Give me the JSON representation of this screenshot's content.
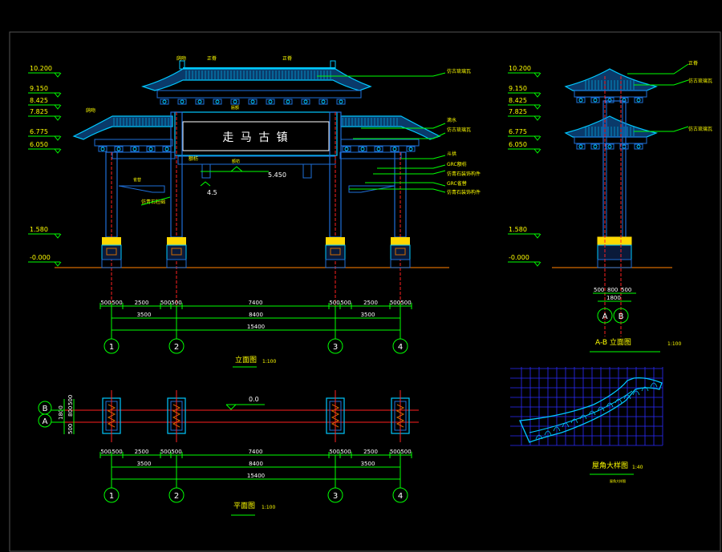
{
  "colors": {
    "background": "#000000",
    "roof": "#00c8ff",
    "roof_dark": "#1e6fd9",
    "dim": "#00ff00",
    "axis": "#ff2020",
    "text_yellow": "#ffff00",
    "text_white": "#ffffff",
    "pillar_base": "#ffd800",
    "ground": "#d26a00",
    "grid": "#2b2bff"
  },
  "front": {
    "levels": [
      "10.200",
      "9.150",
      "8.425",
      "7.825",
      "6.775",
      "6.050",
      "1.580",
      "-0.000"
    ],
    "plaque": "走 马 古 镇",
    "beam_elev": "5.450",
    "small_elev": "4.5",
    "labels": {
      "top1": "鸱吻",
      "top2": "正脊",
      "top3": "正脊",
      "left_roof": "鸱吻",
      "r1": "仿古琉璃瓦",
      "r2": "滴水",
      "r3": "仿古琉璃瓦",
      "r4": "斗拱",
      "r5": "GRC额枋",
      "r6": "仿青石装饰构件",
      "r7": "GRC雀替",
      "r8": "仿青石装饰构件",
      "mid1": "额枋",
      "mid2": "匾额",
      "low1": "雀替",
      "low2": "仿青石柱础"
    },
    "dims_row1": [
      "500",
      "500",
      "2500",
      "500",
      "500",
      "7400",
      "500",
      "500",
      "2500",
      "500",
      "500"
    ],
    "dims_row2": [
      "3500",
      "8400",
      "3500"
    ],
    "dims_total": "15400",
    "axes": [
      "1",
      "2",
      "3",
      "4"
    ],
    "title": "立面图",
    "scale": "1:100"
  },
  "side": {
    "levels": [
      "10.200",
      "9.150",
      "8.425",
      "7.825",
      "6.775",
      "6.050",
      "1.580",
      "-0.000"
    ],
    "labels": {
      "s1": "正脊",
      "s2": "仿古琉璃瓦",
      "s3": "仿古琉璃瓦"
    },
    "dims": [
      "500",
      "800",
      "500"
    ],
    "dim_total": "1800",
    "axes": [
      "A",
      "B"
    ],
    "title": "A-B 立面图",
    "scale": "1:100"
  },
  "plan": {
    "level": "0.0",
    "side_dims": [
      "500",
      "800",
      "500"
    ],
    "side_total": "1800",
    "dims_row1": [
      "500",
      "500",
      "2500",
      "500",
      "500",
      "7400",
      "500",
      "500",
      "2500",
      "500",
      "500"
    ],
    "dims_row2": [
      "3500",
      "8400",
      "3500"
    ],
    "dims_total": "15400",
    "axes": [
      "1",
      "2",
      "3",
      "4"
    ],
    "row_axes": [
      "B",
      "A"
    ],
    "title": "平面图",
    "scale": "1:100"
  },
  "detail": {
    "title": "屋角大样图",
    "scale": "1:40",
    "note": "屋角大样图"
  }
}
